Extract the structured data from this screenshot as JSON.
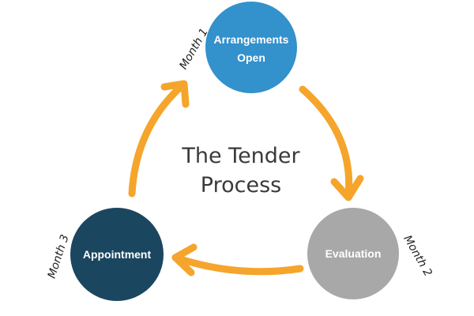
{
  "title": {
    "line1": "The Tender",
    "line2": "Process"
  },
  "nodes": [
    {
      "label_line1": "Arrangements",
      "label_line2": "Open",
      "color": "#3391cc"
    },
    {
      "label_line1": "Evaluation",
      "label_line2": "",
      "color": "#a8a8a8"
    },
    {
      "label_line1": "Appointment",
      "label_line2": "",
      "color": "#1b4660"
    }
  ],
  "months": [
    {
      "text": "Month 1"
    },
    {
      "text": "Month 2"
    },
    {
      "text": "Month 3"
    }
  ],
  "arrow_color": "#f5a52b"
}
